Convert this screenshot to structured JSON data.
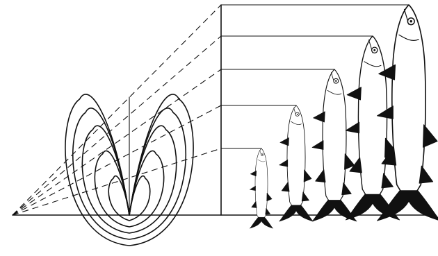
{
  "diagram": {
    "fish_count": 5,
    "scale_levels": 5,
    "shell_count": 5,
    "ink_color": "#111111",
    "paper_color": "#ffffff",
    "contains_text": false
  }
}
